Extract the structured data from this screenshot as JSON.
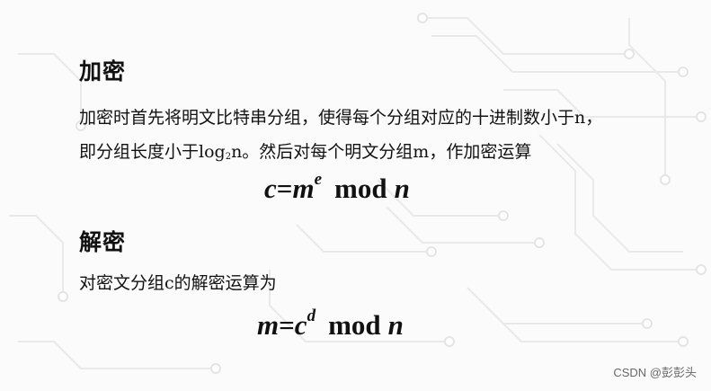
{
  "encryption": {
    "heading": "加密",
    "line1": "加密时首先将明文比特串分组，使得每个分组对应的十进制数小于n，",
    "line2_before": "即分组长度小于log",
    "line2_sub": "2",
    "line2_after": "n。然后对每个明文分组m，作加密运算",
    "formula": {
      "lhs": "c",
      "eq": "=",
      "base": "m",
      "exp": "e",
      "op": "mod",
      "modulus": "n"
    }
  },
  "decryption": {
    "heading": "解密",
    "line1": "对密文分组c的解密运算为",
    "formula": {
      "lhs": "m",
      "eq": "=",
      "base": "c",
      "exp": "d",
      "op": "mod",
      "modulus": "n"
    }
  },
  "watermark": "CSDN @彭彭头",
  "colors": {
    "text": "#111111",
    "background": "#fbfbfb",
    "pattern": "#e9e9e9",
    "watermark": "#666666"
  }
}
